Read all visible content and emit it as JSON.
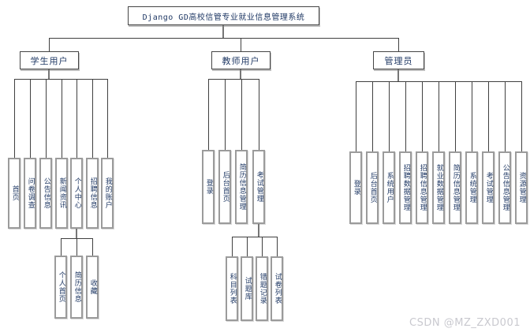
{
  "page": {
    "watermark": "CSDN @MZ_ZXD001"
  },
  "colors": {
    "line": "#404040",
    "stub": "#767676",
    "box_border": "#9b9b9b",
    "text": "#1f3864",
    "watermark": "#c9c9cf"
  },
  "tree": {
    "root": {
      "label": "Django GD高校信管专业就业信息管理系统"
    },
    "branches": [
      {
        "label": "学生用户",
        "children": [
          "首页",
          "问卷调查",
          "公告信息",
          "新闻资讯",
          "个人中心",
          "招聘信息",
          "我的账户"
        ],
        "sub_parent": "个人中心",
        "sub_children": [
          "个人首页",
          "简历信息",
          "收藏"
        ]
      },
      {
        "label": "教师用户",
        "children": [
          "登录",
          "后台首页",
          "简历信息管理",
          "考试管理"
        ],
        "sub_parent": "考试管理",
        "sub_children": [
          "科目列表",
          "试题库",
          "错题记录",
          "试卷列表"
        ]
      },
      {
        "label": "管理员",
        "children": [
          "登录",
          "后台首页",
          "系统用户",
          "招聘数据管理",
          "招聘信息管理",
          "就业数据管理",
          "简历信息管理",
          "系统管理",
          "考试管理",
          "公告信息管理",
          "资源管理"
        ]
      }
    ]
  }
}
